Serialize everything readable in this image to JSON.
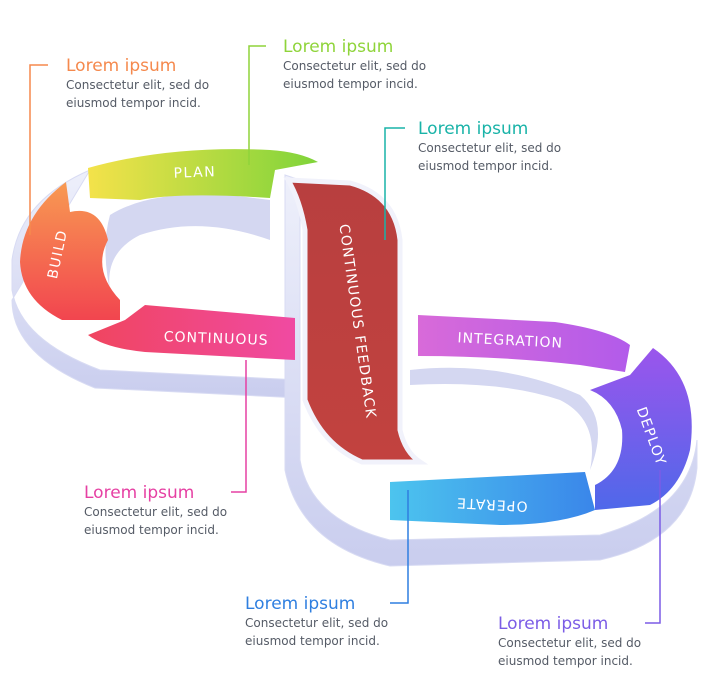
{
  "diagram": {
    "segments": {
      "plan": "PLAN",
      "build": "BUILD",
      "continuous": "CONTINUOUS",
      "feedback": "CONTINUOUS FEEDBACK",
      "integration": "INTEGRATION",
      "deploy": "DEPLOY",
      "operate": "OPERATE"
    },
    "callouts": {
      "build": {
        "title": "Lorem ipsum",
        "line1": "Consectetur elit, sed do",
        "line2": "eiusmod tempor incid.",
        "color": "#f5894d"
      },
      "plan": {
        "title": "Lorem ipsum",
        "line1": "Consectetur elit, sed do",
        "line2": "eiusmod tempor incid.",
        "color": "#8fd43a"
      },
      "feedback": {
        "title": "Lorem ipsum",
        "line1": "Consectetur elit, sed do",
        "line2": "eiusmod tempor incid.",
        "color": "#19b3a8"
      },
      "continuous": {
        "title": "Lorem ipsum",
        "line1": "Consectetur elit, sed do",
        "line2": "eiusmod tempor incid.",
        "color": "#e640a3"
      },
      "operate": {
        "title": "Lorem ipsum",
        "line1": "Consectetur elit, sed do",
        "line2": "eiusmod tempor incid.",
        "color": "#2f7fe0"
      },
      "deploy": {
        "title": "Lorem ipsum",
        "line1": "Consectetur elit, sed do",
        "line2": "eiusmod tempor incid.",
        "color": "#7b5ce6"
      }
    }
  }
}
